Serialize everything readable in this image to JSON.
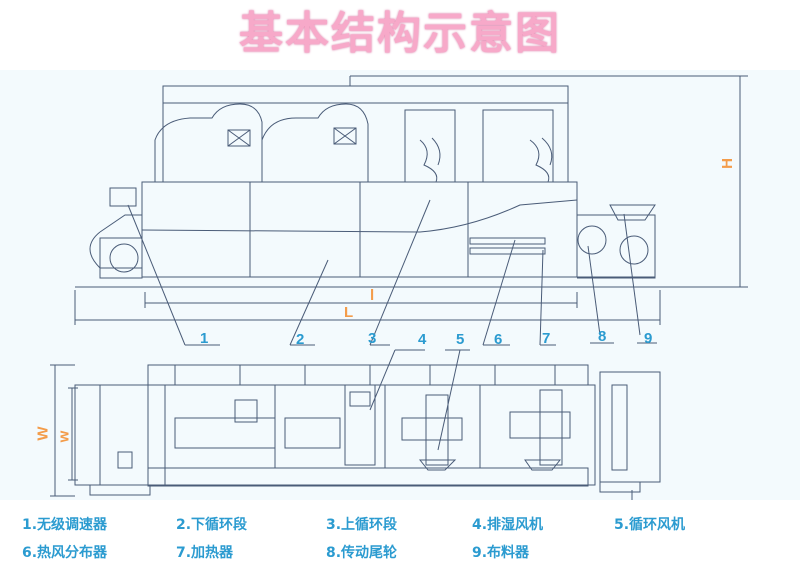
{
  "title": "基本结构示意图",
  "colors": {
    "title": "#f7a9c9",
    "accent": "#2b9bd0",
    "dimension": "#f39c4a",
    "line": "#4a5c78"
  },
  "callouts": [
    "1",
    "2",
    "3",
    "4",
    "5",
    "6",
    "7",
    "8",
    "9"
  ],
  "dimensions": {
    "length": "L",
    "inner_length": "l",
    "height": "H",
    "width": "W",
    "inner_width": "w"
  },
  "legend": [
    "1.无级调速器",
    "2.下循环段",
    "3.上循环段",
    "4.排湿风机",
    "5.循环风机",
    "6.热风分布器",
    "7.加热器",
    "8.传动尾轮",
    "9.布料器"
  ]
}
